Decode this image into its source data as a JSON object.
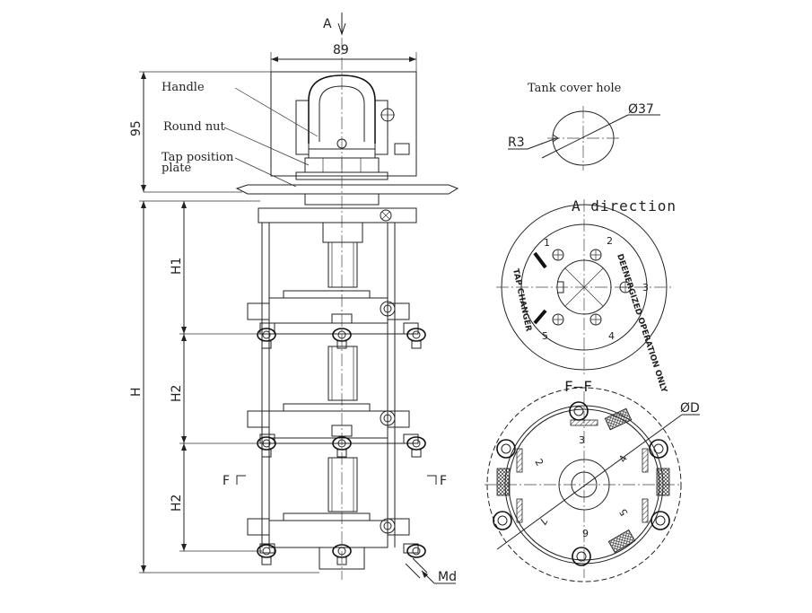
{
  "view_label_A": "A",
  "top_width_dim": "89",
  "height_dim_95": "95",
  "labels": {
    "handle": "Handle",
    "round_nut": "Round nut",
    "tap_plate_1": "Tap position",
    "tap_plate_2": "plate"
  },
  "dims_left": {
    "h1": "H1",
    "h2_a": "H2",
    "h2_b": "H2",
    "h": "H"
  },
  "section_marks": {
    "left": "F",
    "right": "F"
  },
  "md_label": "Md",
  "tank_cover": {
    "title": "Tank cover hole",
    "diameter": "Ø37",
    "radius": "R3"
  },
  "a_direction": {
    "title": "A direction",
    "positions": [
      "1",
      "2",
      "3",
      "4",
      "5"
    ],
    "ring_text_right": "DEENERGIZED OPERATION ONLY",
    "ring_text_left": "TAP CHANGER"
  },
  "ff_section": {
    "title": "F—F",
    "diameter": "ØD",
    "positions": [
      "3",
      "4",
      "5",
      "6",
      "7",
      "2"
    ]
  }
}
